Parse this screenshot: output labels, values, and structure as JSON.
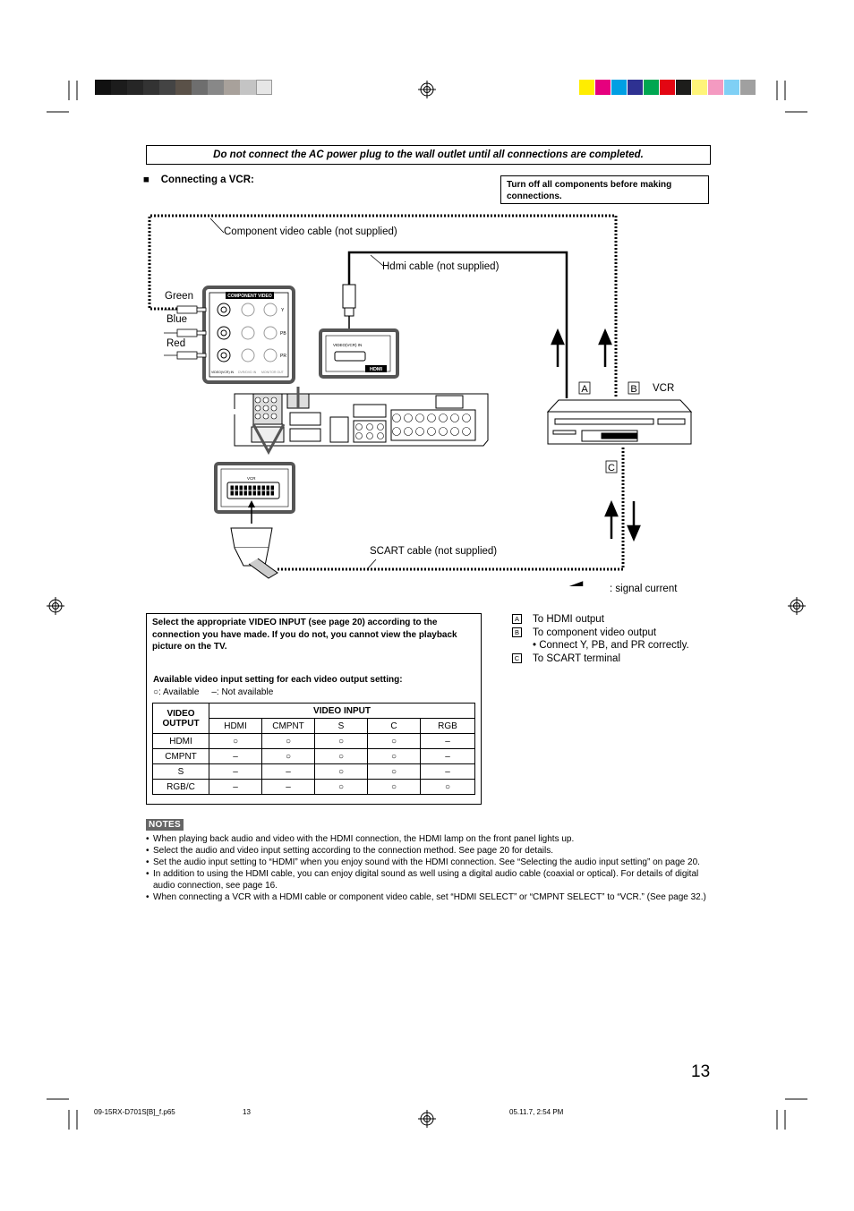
{
  "header": {
    "warning": "Do not connect the AC power plug to the wall outlet until all connections are completed.",
    "section_title": "Connecting a VCR:",
    "section_bullet": "■",
    "turn_off": "Turn off all components before making connections."
  },
  "diagram": {
    "component_cable": "Component video cable (not supplied)",
    "hdmi_cable": "Hdmi cable (not supplied)",
    "scart_cable": "SCART cable (not supplied)",
    "green": "Green",
    "blue": "Blue",
    "red": "Red",
    "vcr": "VCR",
    "marker_a": "A",
    "marker_b": "B",
    "marker_c": "C",
    "signal_current": ": signal current",
    "panel_component_title": "COMPONENT VIDEO",
    "panel_y": "Y",
    "panel_pb": "PB",
    "panel_pr": "PR",
    "panel_in": "VIDEO(VCR) IN",
    "panel_dvd": "DVR/DVD IN",
    "panel_monitor": "MONITOR OUT",
    "panel_hdmi_in": "VIDEO(VCR) IN",
    "panel_hdmi": "HDMI",
    "panel_scart": "VCR"
  },
  "legend": {
    "a_key": "A",
    "a_text": "To HDMI output",
    "b_key": "B",
    "b_text": "To component video output",
    "b_sub": "• Connect Y, PB, and PR correctly.",
    "c_key": "C",
    "c_text": "To SCART terminal"
  },
  "select_note": "Select the appropriate VIDEO INPUT (see page 20) according to the connection you have made. If you do not, you cannot view the playback picture on the TV.",
  "availability": {
    "title": "Available video input setting for each video output setting:",
    "legend": "○: Available     –: Not available",
    "header_output": "VIDEO OUTPUT",
    "header_input": "VIDEO INPUT",
    "columns": [
      "HDMI",
      "CMPNT",
      "S",
      "C",
      "RGB"
    ],
    "rows": [
      {
        "label": "HDMI",
        "cells": [
          "○",
          "○",
          "○",
          "○",
          "–"
        ]
      },
      {
        "label": "CMPNT",
        "cells": [
          "–",
          "○",
          "○",
          "○",
          "–"
        ]
      },
      {
        "label": "S",
        "cells": [
          "–",
          "–",
          "○",
          "○",
          "–"
        ]
      },
      {
        "label": "RGB/C",
        "cells": [
          "–",
          "–",
          "○",
          "○",
          "○"
        ]
      }
    ]
  },
  "notes": {
    "tag": "NOTES",
    "items": [
      "When playing back audio and video with the HDMI connection, the HDMI lamp on the front panel lights up.",
      "Select the audio and video input setting according to the connection method. See page 20 for details.",
      "Set the audio input setting to “HDMI” when you enjoy sound with the HDMI connection. See “Selecting the audio input setting” on page 20.",
      "In addition to using the HDMI cable, you can enjoy digital sound as well using a digital audio cable (coaxial or optical). For details of digital audio connection, see page 16.",
      "When connecting a VCR with a HDMI cable or component video cable, set “HDMI SELECT” or “CMPNT SELECT” to “VCR.” (See page 32.)"
    ]
  },
  "page_number": "13",
  "footer": {
    "file": "09-15RX-D701S[B]_f.p65",
    "page": "13",
    "date": "05.11.7, 2:54 PM"
  },
  "colors": {
    "gray_bar": [
      "#111111",
      "#1c1c1c",
      "#262626",
      "#333333",
      "#444444",
      "#5a5148",
      "#6e6e6e",
      "#888888",
      "#a8a19b",
      "#c4c4c4",
      "#e6e6e6"
    ],
    "color_bar": [
      "#ffed00",
      "#e6007e",
      "#009fe3",
      "#2e3192",
      "#00a651",
      "#e30613",
      "#1d1d1b",
      "#fff57a",
      "#f49ac1",
      "#7fd0f5",
      "#a0a0a0"
    ]
  }
}
